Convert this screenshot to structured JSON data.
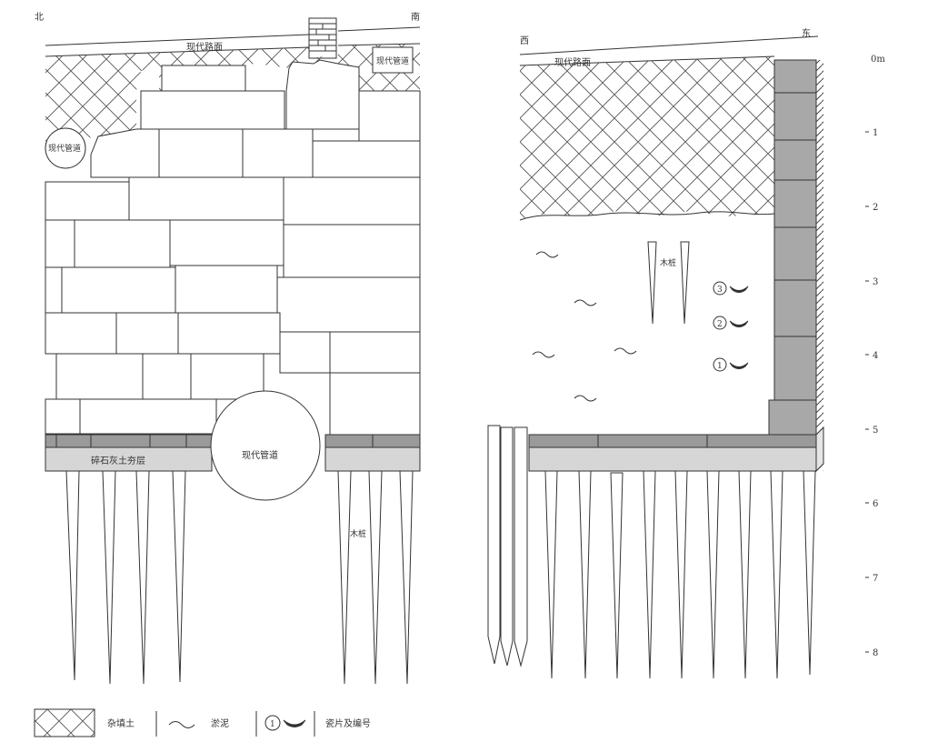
{
  "left_section": {
    "north_label": "北",
    "south_label": "南",
    "road_label": "现代路面",
    "pipe_top_right_label": "现代管道",
    "pipe_left_label": "现代管道",
    "pipe_bottom_label": "现代管道",
    "gravel_layer_label": "碎石灰土夯层",
    "pile_label": "木桩"
  },
  "right_section": {
    "west_label": "西",
    "east_label": "东",
    "road_label": "现代路面",
    "pile_label": "木桩",
    "artifact_3": "3",
    "artifact_2": "2",
    "artifact_1": "1"
  },
  "scale": {
    "ticks": [
      "0m",
      "1",
      "2",
      "3",
      "4",
      "5",
      "6",
      "7",
      "8"
    ]
  },
  "legend": {
    "fill_soil": "杂填土",
    "silt": "淤泥",
    "artifact_sample": "1",
    "artifact_desc": "瓷片及编号"
  }
}
